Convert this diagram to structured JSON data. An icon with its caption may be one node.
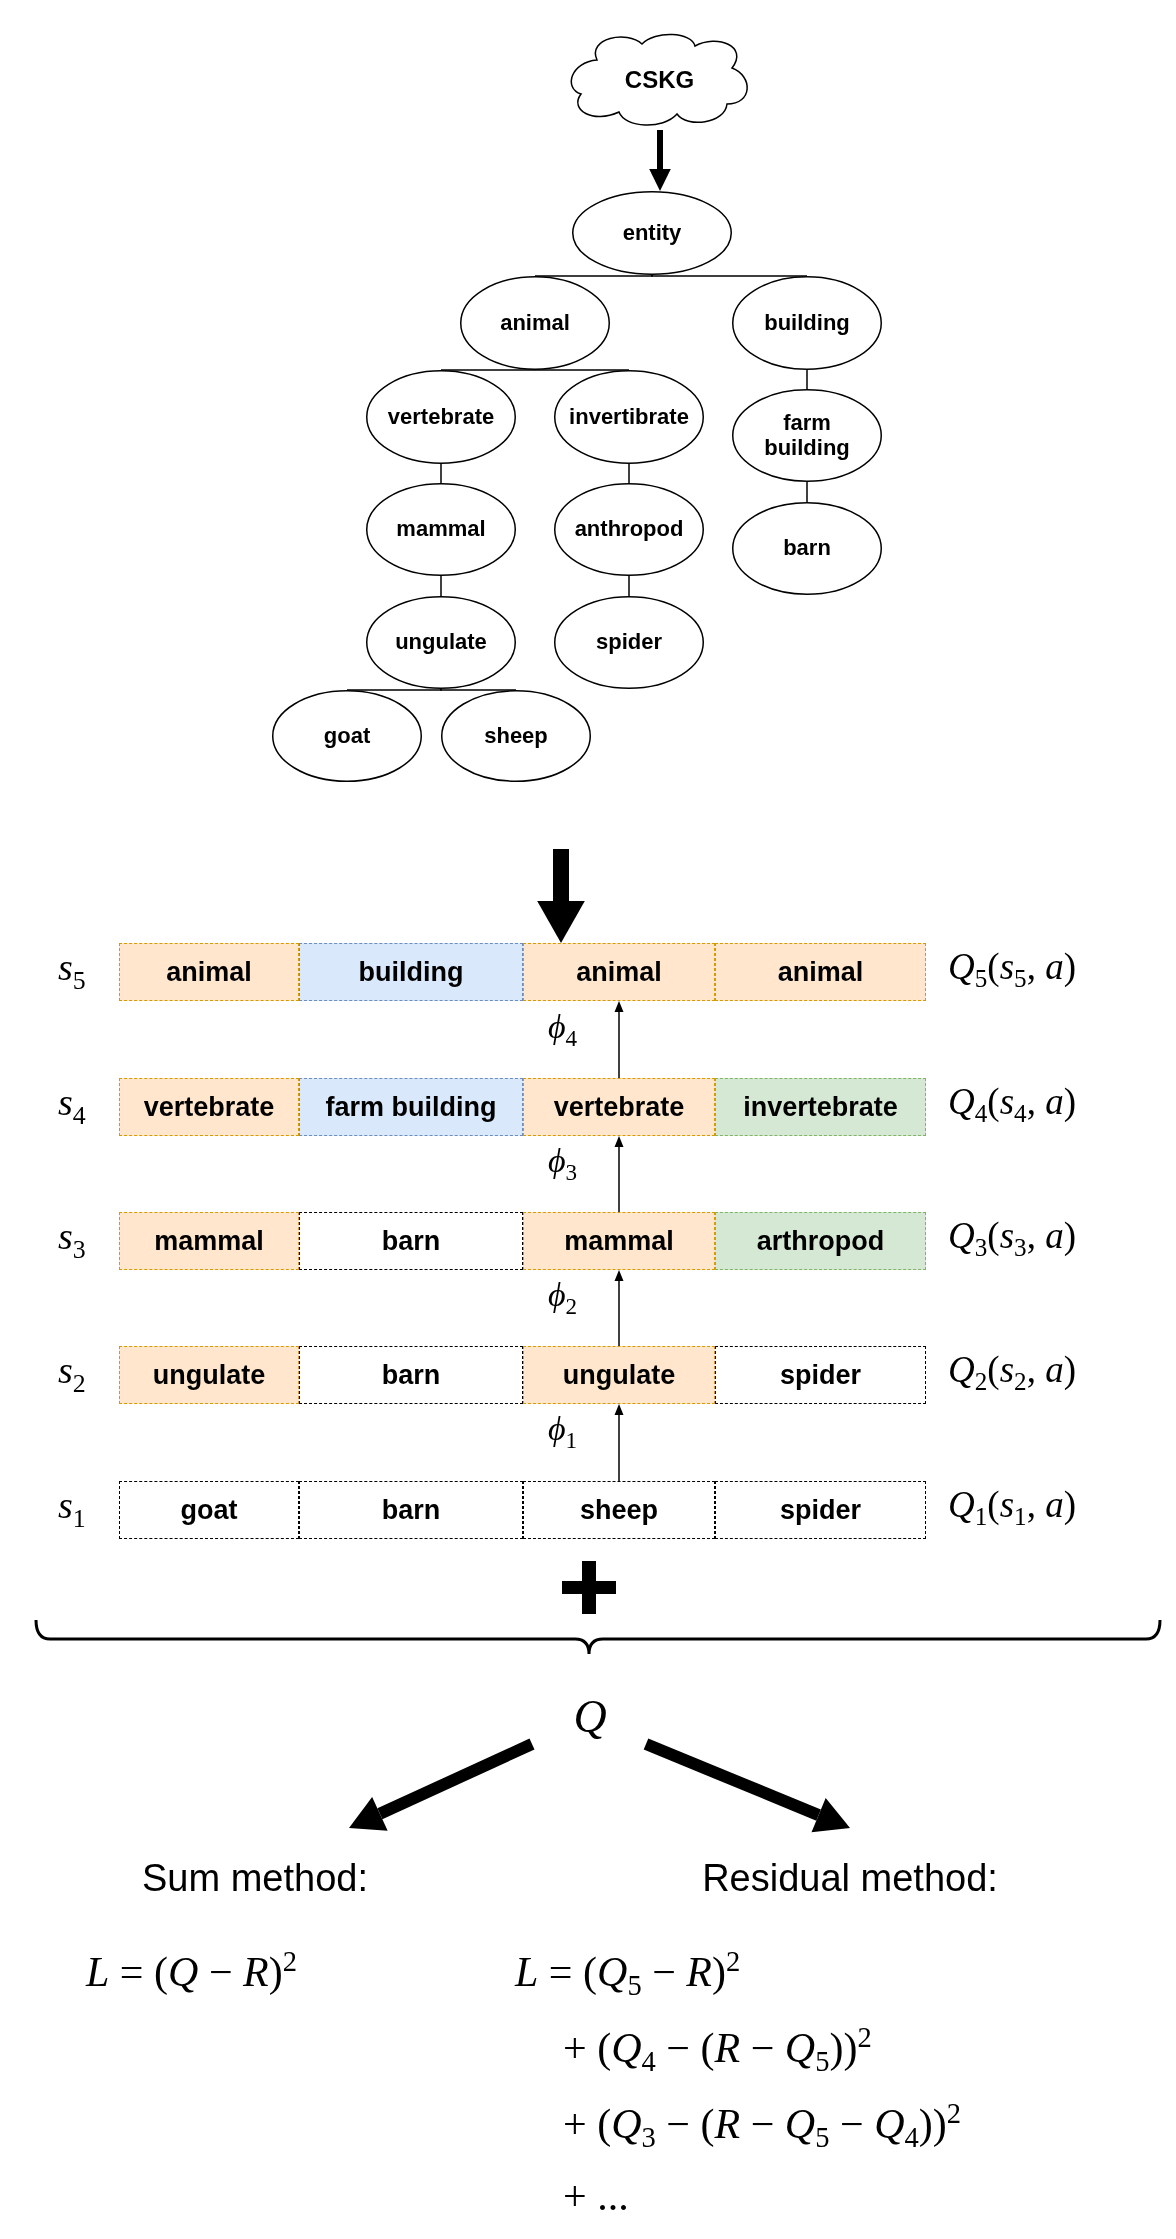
{
  "diagram": {
    "nodes": [
      {
        "text": [
          "CSKG"
        ]
      },
      {
        "text": [
          "entity"
        ]
      },
      {
        "text": [
          "animal"
        ]
      },
      {
        "text": [
          "building"
        ]
      },
      {
        "text": [
          "vertebrate"
        ]
      },
      {
        "text": [
          "invertibrate"
        ]
      },
      {
        "text": [
          "farm building"
        ]
      },
      {
        "text": [
          "mammal"
        ]
      },
      {
        "text": [
          "anthropod"
        ]
      },
      {
        "text": [
          "barn"
        ]
      },
      {
        "text": [
          "ungulate"
        ]
      },
      {
        "text": [
          "spider"
        ]
      },
      {
        "text": [
          "goat"
        ]
      },
      {
        "text": [
          "sheep"
        ]
      },
      {
        "text": [
          "animal"
        ]
      },
      {
        "text": [
          "building"
        ]
      },
      {
        "text": [
          "animal"
        ]
      },
      {
        "text": [
          "animal"
        ]
      },
      {
        "text": [
          "vertebrate"
        ]
      },
      {
        "text": [
          "farm building"
        ]
      },
      {
        "text": [
          "vertebrate"
        ]
      },
      {
        "text": [
          "invertebrate"
        ]
      },
      {
        "text": [
          "mammal"
        ]
      },
      {
        "text": [
          "barn"
        ]
      },
      {
        "text": [
          "mammal"
        ]
      },
      {
        "text": [
          "arthropod"
        ]
      },
      {
        "text": [
          "ungulate"
        ]
      },
      {
        "text": [
          "barn"
        ]
      },
      {
        "text": [
          "ungulate"
        ]
      },
      {
        "text": [
          "spider"
        ]
      },
      {
        "text": [
          "goat"
        ]
      },
      {
        "text": [
          "barn"
        ]
      },
      {
        "text": [
          "sheep"
        ]
      },
      {
        "text": [
          "spider"
        ]
      },
      {
        "text": [
          "*Q*"
        ]
      },
      {
        "text": [
          "Sum method:"
        ]
      },
      {
        "text": [
          "Residual method:"
        ]
      }
    ],
    "edges": [
      {
        "from": 0,
        "to": 1,
        "arrow": "to",
        "style": "thick"
      },
      {
        "from": 1,
        "to": 2,
        "arrow": "none"
      },
      {
        "from": 1,
        "to": 3,
        "arrow": "none"
      },
      {
        "from": 2,
        "to": 4,
        "arrow": "none"
      },
      {
        "from": 2,
        "to": 5,
        "arrow": "none"
      },
      {
        "from": 3,
        "to": 6,
        "arrow": "none"
      },
      {
        "from": 6,
        "to": 9,
        "arrow": "none"
      },
      {
        "from": 4,
        "to": 7,
        "arrow": "none"
      },
      {
        "from": 7,
        "to": 10,
        "arrow": "none"
      },
      {
        "from": 10,
        "to": 12,
        "arrow": "none"
      },
      {
        "from": 10,
        "to": 13,
        "arrow": "none"
      },
      {
        "from": 5,
        "to": 8,
        "arrow": "none"
      },
      {
        "from": 8,
        "to": 11,
        "arrow": "none"
      },
      {
        "from": null,
        "to": 16,
        "arrow": "to",
        "style": "thick"
      },
      {
        "from": 32,
        "to": 28,
        "arrow": "to",
        "label": "*ϕ*$_{1}$"
      },
      {
        "from": 28,
        "to": 24,
        "arrow": "to",
        "label": "*ϕ*$_{2}$"
      },
      {
        "from": 24,
        "to": 20,
        "arrow": "to",
        "label": "*ϕ*$_{3}$"
      },
      {
        "from": 20,
        "to": 16,
        "arrow": "to",
        "label": "*ϕ*$_{4}$"
      },
      {
        "from": 34,
        "to": 35,
        "arrow": "to",
        "style": "thick"
      },
      {
        "from": 34,
        "to": 36,
        "arrow": "to",
        "style": "thick"
      }
    ],
    "labels": [
      "*s*$_{5}$",
      "*Q*$_{5}$(*s*$_{5}$, *a*)",
      "*s*$_{4}$",
      "*Q*$_{4}$(*s*$_{4}$, *a*)",
      "*s*$_{3}$",
      "*Q*$_{3}$(*s*$_{3}$, *a*)",
      "*s*$_{2}$",
      "*Q*$_{2}$(*s*$_{2}$, *a*)",
      "*s*$_{1}$",
      "*Q*$_{1}$(*s*$_{1}$, *a*)",
      "*L* = (*Q* − *R*)$^{2}$",
      "*L* = (*Q*$_{5}$ − *R*)$^{2}$",
      "+ (*Q*$_{4}$ − (*R* − *Q*$_{5}$))$^{2}$",
      "+ (*Q*$_{3}$ − (*R* − *Q*$_{5}$ − *Q*$_{4}$))$^{2}$",
      "+ ..."
    ]
  }
}
